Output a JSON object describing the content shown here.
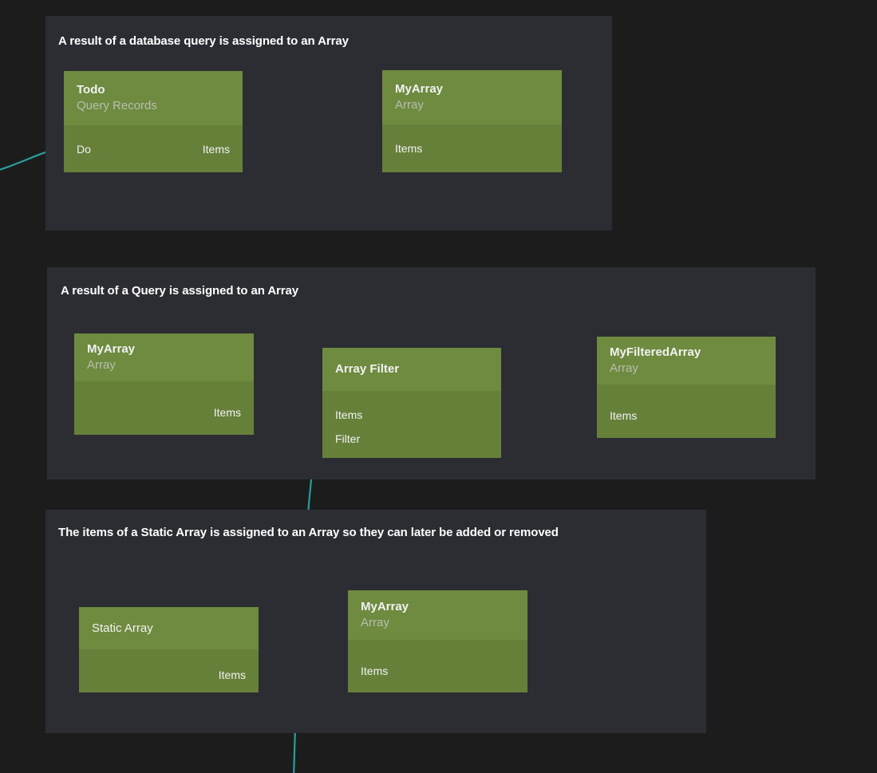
{
  "theme": {
    "page_background": "#1c1c1c",
    "panel_background": "#2b2d33",
    "node_header_color": "#6e8b3f",
    "node_body_color": "#66803a",
    "node_title_color": "#f2f2f2",
    "node_subtitle_color": "#b9bdb2",
    "data_wire_color": "#b5711a",
    "exec_wire_color": "#2a9d9d",
    "panel_title_color": "#ffffff"
  },
  "panels": [
    {
      "id": "panel-database-query",
      "title": "A result of a database query is assigned to an Array",
      "nodes": [
        {
          "id": "node-todo",
          "title": "Todo",
          "subtitle": "Query Records",
          "inputs": [
            {
              "label": "Do",
              "kind": "exec"
            }
          ],
          "outputs": [
            {
              "label": "Items",
              "kind": "data"
            }
          ]
        },
        {
          "id": "node-myarray-1",
          "title": "MyArray",
          "subtitle": "Array",
          "inputs": [
            {
              "label": "Items",
              "kind": "data"
            }
          ],
          "outputs": []
        }
      ],
      "connections": [
        {
          "from": "node-todo.Items",
          "to": "node-myarray-1.Items",
          "kind": "data"
        },
        {
          "from": "offscreen",
          "to": "node-todo.Do",
          "kind": "exec"
        }
      ]
    },
    {
      "id": "panel-query-result",
      "title": "A result of a Query is assigned to an Array",
      "nodes": [
        {
          "id": "node-myarray-2",
          "title": "MyArray",
          "subtitle": "Array",
          "inputs": [],
          "outputs": [
            {
              "label": "Items",
              "kind": "data"
            }
          ]
        },
        {
          "id": "node-array-filter",
          "title": "Array Filter",
          "subtitle": "",
          "inputs": [
            {
              "label": "Items",
              "kind": "data"
            },
            {
              "label": "Filter",
              "kind": "exec"
            }
          ],
          "outputs": [
            {
              "label": "",
              "kind": "data"
            }
          ]
        },
        {
          "id": "node-myfilteredarray",
          "title": "MyFilteredArray",
          "subtitle": "Array",
          "inputs": [
            {
              "label": "Items",
              "kind": "data"
            }
          ],
          "outputs": []
        }
      ],
      "connections": [
        {
          "from": "node-myarray-2.Items",
          "to": "node-array-filter.Items",
          "kind": "data"
        },
        {
          "from": "node-array-filter.out",
          "to": "node-myfilteredarray.Items",
          "kind": "data"
        },
        {
          "from": "offscreen",
          "to": "node-array-filter.Filter",
          "kind": "exec"
        }
      ]
    },
    {
      "id": "panel-static-array",
      "title": "The items of a Static Array is assigned to an Array so they can later be added or removed",
      "nodes": [
        {
          "id": "node-static-array",
          "title": "Static Array",
          "subtitle": "",
          "inputs": [],
          "outputs": [
            {
              "label": "Items",
              "kind": "data"
            }
          ]
        },
        {
          "id": "node-myarray-3",
          "title": "MyArray",
          "subtitle": "Array",
          "inputs": [
            {
              "label": "Items",
              "kind": "data"
            }
          ],
          "outputs": []
        }
      ],
      "connections": [
        {
          "from": "node-static-array.Items",
          "to": "node-myarray-3.Items",
          "kind": "data"
        }
      ]
    }
  ]
}
